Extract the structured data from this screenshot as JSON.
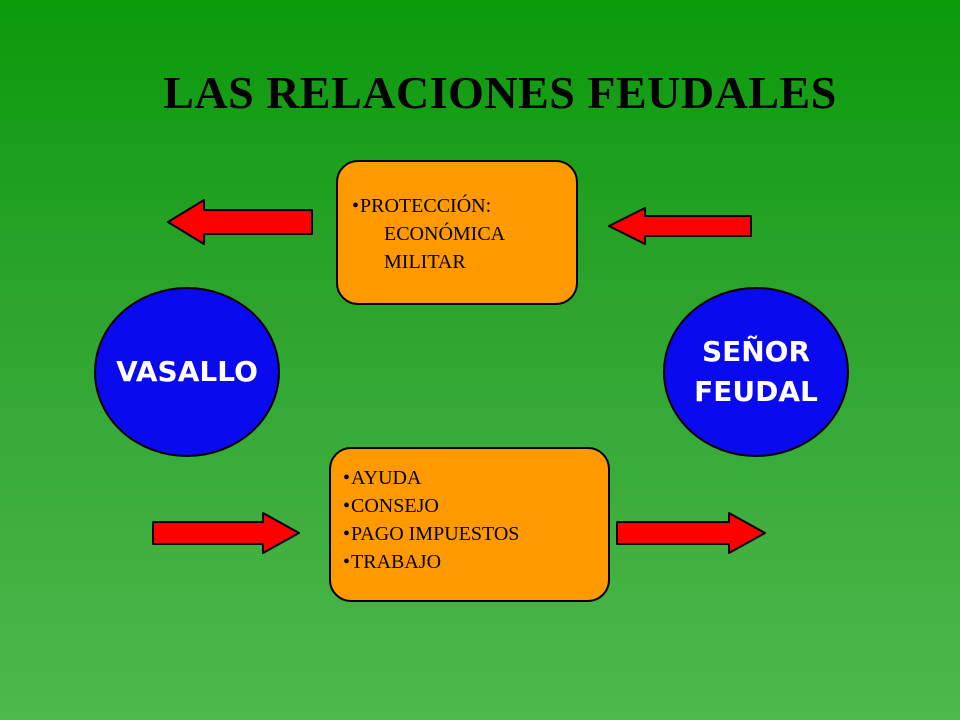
{
  "title": "LAS RELACIONES FEUDALES",
  "top_box": {
    "bullet": "•",
    "lines": [
      "PROTECCIÓN:",
      "ECONÓMICA",
      "MILITAR"
    ]
  },
  "bottom_box": {
    "bullet": "•",
    "items": [
      "AYUDA",
      "CONSEJO",
      "PAGO IMPUESTOS",
      "TRABAJO"
    ]
  },
  "left_circle": "VASALLO",
  "right_circle": "SEÑOR\nFEUDAL",
  "colors": {
    "box": "#ff9900",
    "circle": "#0a0aee",
    "arrow": "#ff0000",
    "background_top": "#0a9a0a",
    "background_bottom": "#4db84d"
  }
}
